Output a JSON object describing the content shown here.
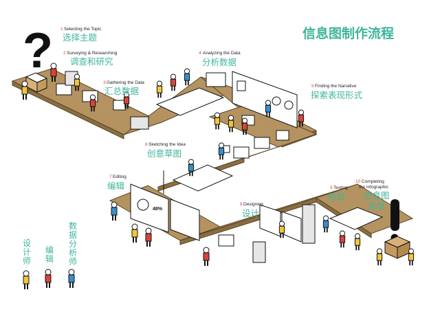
{
  "title": "信息图制作流程",
  "colors": {
    "accent_teal": "#3fb59b",
    "step_number_red": "#d9443a",
    "path_tan": "#b49361",
    "designer_yellow": "#f2c53d",
    "editor_red": "#d9443a",
    "analyst_blue": "#3a8fc9"
  },
  "steps": [
    {
      "num": "1",
      "en": "Selecting the Topic",
      "cn": "选择主题"
    },
    {
      "num": "2",
      "en": "Surveying & Researching",
      "cn": "调查和研究"
    },
    {
      "num": "3",
      "en": "Gathering the Data",
      "cn": "汇总数据"
    },
    {
      "num": "4",
      "en": "Analyzing the Data",
      "cn": "分析数据"
    },
    {
      "num": "5",
      "en": "Finding the Narrative",
      "cn": "探索表现形式"
    },
    {
      "num": "6",
      "en": "Sketching the Idea",
      "cn": "创意草图"
    },
    {
      "num": "7",
      "en": "Editing",
      "cn": "编辑"
    },
    {
      "num": "8",
      "en": "Designing",
      "cn": "设计"
    },
    {
      "num": "9",
      "en": "Testing",
      "cn": "检验"
    },
    {
      "num": "10",
      "en_line1": "Completing",
      "en_line2": "the Infographic",
      "cn_line1": "信息图",
      "cn_line2": "完成"
    }
  ],
  "legend": [
    {
      "role": "designer",
      "cn": "设计师",
      "chars": [
        "设",
        "计",
        "师"
      ],
      "color": "#f2c53d"
    },
    {
      "role": "editor",
      "cn": "编辑",
      "chars": [
        "编",
        "辑"
      ],
      "color": "#d9443a"
    },
    {
      "role": "analyst",
      "cn": "数据分析师",
      "chars": [
        "数",
        "据",
        "分",
        "析",
        "师"
      ],
      "color": "#3a8fc9"
    }
  ],
  "symbols": {
    "start": "?",
    "end": "!"
  },
  "monitor_percent": "48%"
}
